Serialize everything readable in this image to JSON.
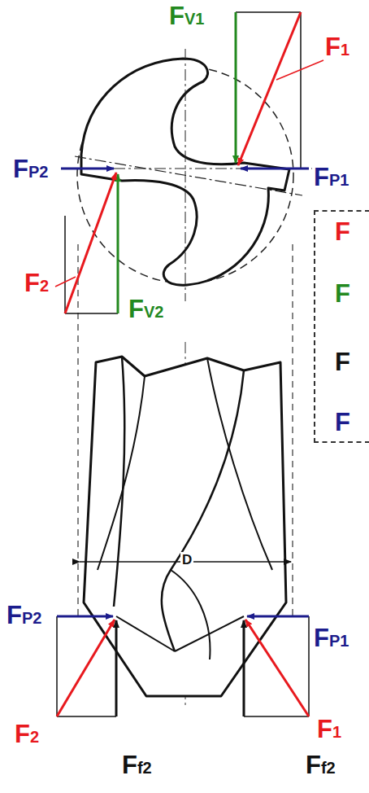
{
  "diagram": {
    "nodes": [
      {
        "text": [
          "F",
          "F",
          "F",
          "F"
        ]
      }
    ],
    "labels": [
      "FV1",
      "F1",
      "FP2",
      "FP1",
      "F2",
      "FV2",
      "D",
      "FP2",
      "FP1",
      "F2",
      "F1",
      "Ff2",
      "Ff2"
    ]
  }
}
